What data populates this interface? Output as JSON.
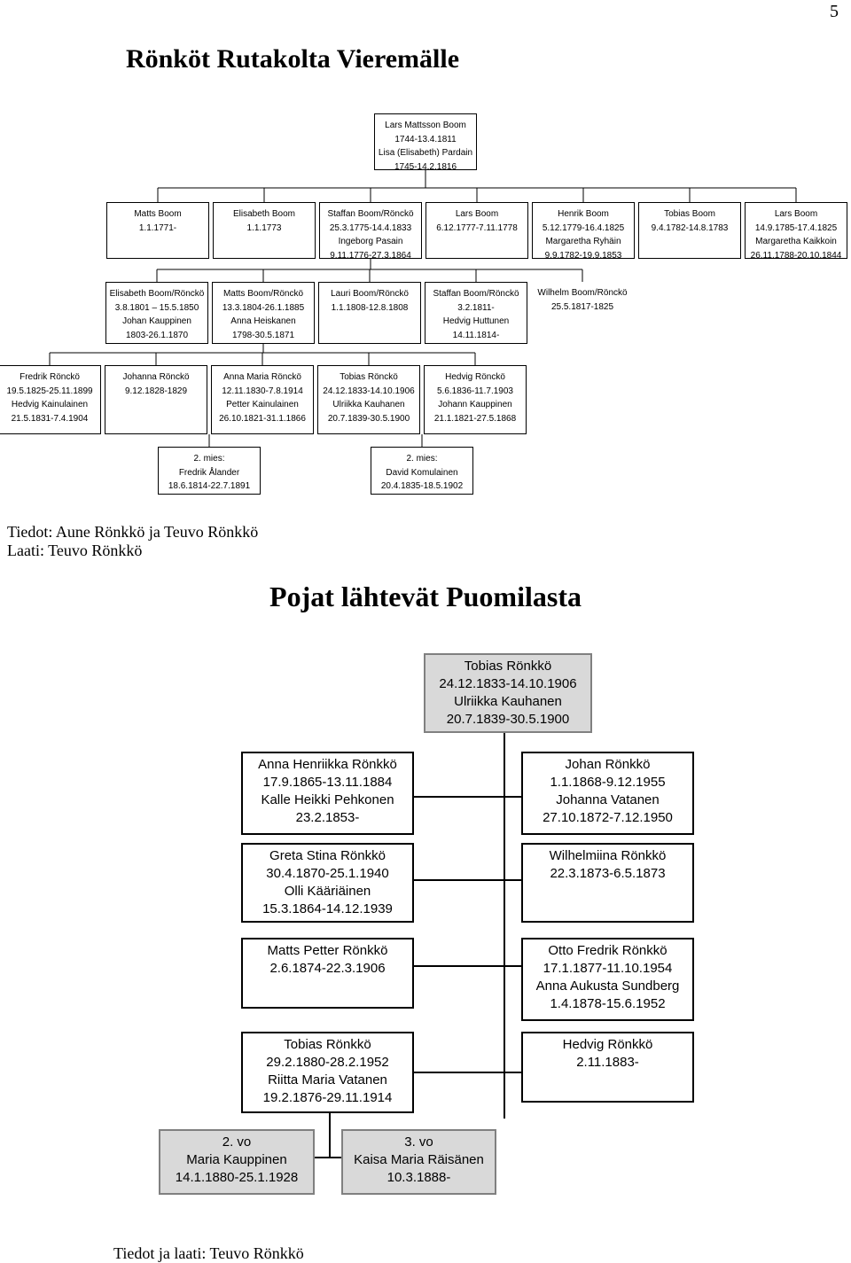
{
  "page_number": "5",
  "title1": "Rönköt Rutakolta Vieremälle",
  "credits1": [
    "Tiedot: Aune Rönkkö ja Teuvo Rönkkö",
    "Laati: Teuvo Rönkkö"
  ],
  "chart1": {
    "root": [
      "Lars Mattsson Boom",
      "1744-13.4.1811",
      "Lisa (Elisabeth) Pardain",
      "1745-14.2.1816"
    ],
    "gen2": [
      [
        "Matts Boom",
        "1.1.1771-"
      ],
      [
        "Elisabeth Boom",
        "1.1.1773"
      ],
      [
        "Staffan Boom/Rönckö",
        "25.3.1775-14.4.1833",
        "Ingeborg Pasain",
        "9.11.1776-27.3.1864"
      ],
      [
        "Lars Boom",
        "6.12.1777-7.11.1778"
      ],
      [
        "Henrik Boom",
        "5.12.1779-16.4.1825",
        "Margaretha Ryhäin",
        "9.9.1782-19.9.1853"
      ],
      [
        "Tobias Boom",
        "9.4.1782-14.8.1783"
      ],
      [
        "Lars Boom",
        "14.9.1785-17.4.1825",
        "Margaretha Kaikkoin",
        "26.11.1788-20.10.1844"
      ]
    ],
    "gen3": [
      [
        "Elisabeth Boom/Rönckö",
        "3.8.1801 – 15.5.1850",
        "Johan Kauppinen",
        "1803-26.1.1870"
      ],
      [
        "Matts Boom/Rönckö",
        "13.3.1804-26.1.1885",
        "Anna Heiskanen",
        "1798-30.5.1871"
      ],
      [
        "Lauri Boom/Rönckö",
        "1.1.1808-12.8.1808"
      ],
      [
        "Staffan Boom/Rönckö",
        "3.2.1811-",
        "Hedvig Huttunen",
        "14.11.1814-"
      ],
      [
        "Wilhelm Boom/Rönckö",
        "25.5.1817-1825"
      ]
    ],
    "gen4": [
      [
        "Fredrik Rönckö",
        "19.5.1825-25.11.1899",
        "Hedvig Kainulainen",
        "21.5.1831-7.4.1904"
      ],
      [
        "Johanna Rönckö",
        "9.12.1828-1829"
      ],
      [
        "Anna Maria Rönckö",
        "12.11.1830-7.8.1914",
        "Petter Kainulainen",
        "26.10.1821-31.1.1866"
      ],
      [
        "Tobias Rönckö",
        "24.12.1833-14.10.1906",
        "Ulriikka Kauhanen",
        "20.7.1839-30.5.1900"
      ],
      [
        "Hedvig Rönckö",
        "5.6.1836-11.7.1903",
        "Johann Kauppinen",
        "21.1.1821-27.5.1868"
      ]
    ],
    "gen5": [
      [
        "2. mies:",
        "Fredrik Ålander",
        "18.6.1814-22.7.1891"
      ],
      [
        "2. mies:",
        "David Komulainen",
        "20.4.1835-18.5.1902"
      ]
    ]
  },
  "title2": "Pojat lähtevät Puomilasta",
  "chart2": {
    "root": [
      "Tobias Rönkkö",
      "24.12.1833-14.10.1906",
      "Ulriikka Kauhanen",
      "20.7.1839-30.5.1900"
    ],
    "left": [
      [
        "Anna Henriikka Rönkkö",
        "17.9.1865-13.11.1884",
        "Kalle Heikki Pehkonen",
        "23.2.1853-"
      ],
      [
        "Greta Stina Rönkkö",
        "30.4.1870-25.1.1940",
        "Olli Kääriäinen",
        "15.3.1864-14.12.1939"
      ],
      [
        "Matts Petter Rönkkö",
        "2.6.1874-22.3.1906"
      ],
      [
        "Tobias Rönkkö",
        "29.2.1880-28.2.1952",
        "Riitta Maria Vatanen",
        "19.2.1876-29.11.1914"
      ]
    ],
    "right": [
      [
        "Johan Rönkkö",
        "1.1.1868-9.12.1955",
        "Johanna Vatanen",
        "27.10.1872-7.12.1950"
      ],
      [
        "Wilhelmiina Rönkkö",
        "22.3.1873-6.5.1873"
      ],
      [
        "Otto Fredrik Rönkkö",
        "17.1.1877-11.10.1954",
        "Anna Aukusta Sundberg",
        "1.4.1878-15.6.1952"
      ],
      [
        "Hedvig Rönkkö",
        "2.11.1883-"
      ]
    ],
    "spouses": [
      [
        "2. vo",
        "Maria Kauppinen",
        "14.1.1880-25.1.1928"
      ],
      [
        "3. vo",
        "Kaisa Maria Räisänen",
        "10.3.1888-"
      ]
    ]
  },
  "credit2": "Tiedot ja laati: Teuvo Rönkkö"
}
